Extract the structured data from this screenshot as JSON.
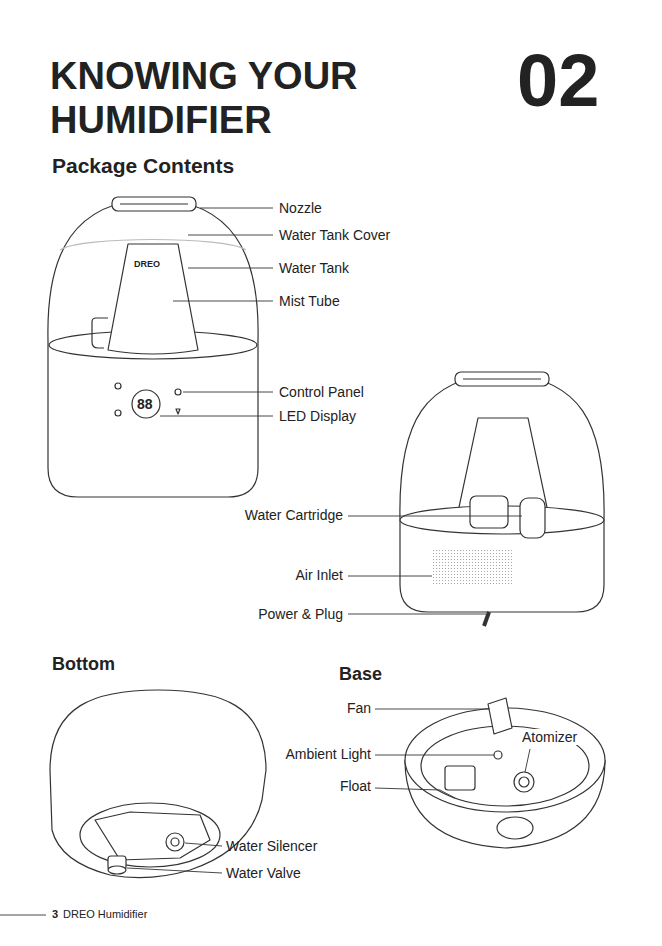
{
  "diagram": {
    "title": "KNOWING YOUR HUMIDIFIER",
    "labels": [
      "02",
      "Package Contents",
      "Nozzle",
      "Water Tank Cover",
      "DREO",
      "Water Tank",
      "Mist Tube",
      "Control Panel",
      "88",
      "LED Display",
      "Water Cartridge",
      "Air Inlet",
      "Power & Plug",
      "Bottom",
      "Base",
      "Fan",
      "Ambient Light",
      "Atomizer",
      "Float",
      "Water Silencer",
      "Water Valve",
      "3",
      "DREO Humidifier"
    ]
  }
}
